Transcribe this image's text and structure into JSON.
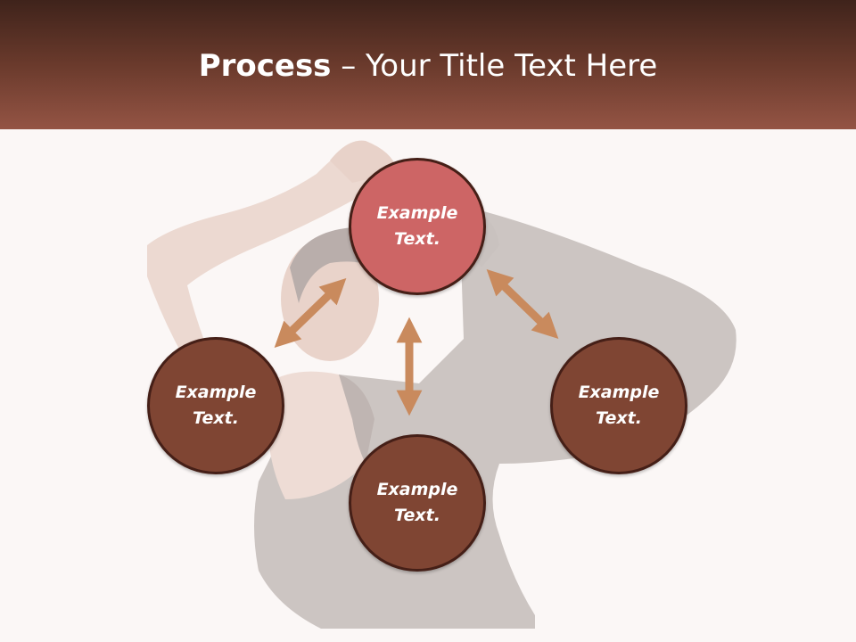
{
  "header": {
    "title_strong": "Process",
    "title_rest": " – Your Title Text Here",
    "gradient_top": "#3f231b",
    "gradient_bottom": "#945444"
  },
  "colors": {
    "node_brown": "#7f4533",
    "node_highlight": "#cd6565",
    "node_border": "#451f17",
    "arrow": "#c98a5d",
    "background": "#fbf7f6"
  },
  "diagram": {
    "nodes": [
      {
        "id": "top",
        "label": "Example Text.",
        "highlighted": true
      },
      {
        "id": "left",
        "label": "Example Text.",
        "highlighted": false
      },
      {
        "id": "right",
        "label": "Example Text.",
        "highlighted": false
      },
      {
        "id": "bottom",
        "label": "Example Text.",
        "highlighted": false
      }
    ],
    "connectors": [
      {
        "from": "left",
        "to": "top",
        "style": "double-arrow"
      },
      {
        "from": "top",
        "to": "right",
        "style": "double-arrow"
      },
      {
        "from": "top",
        "to": "bottom",
        "style": "double-arrow"
      }
    ]
  },
  "background_image": "faded photo of a woman doing a yoga stretch"
}
